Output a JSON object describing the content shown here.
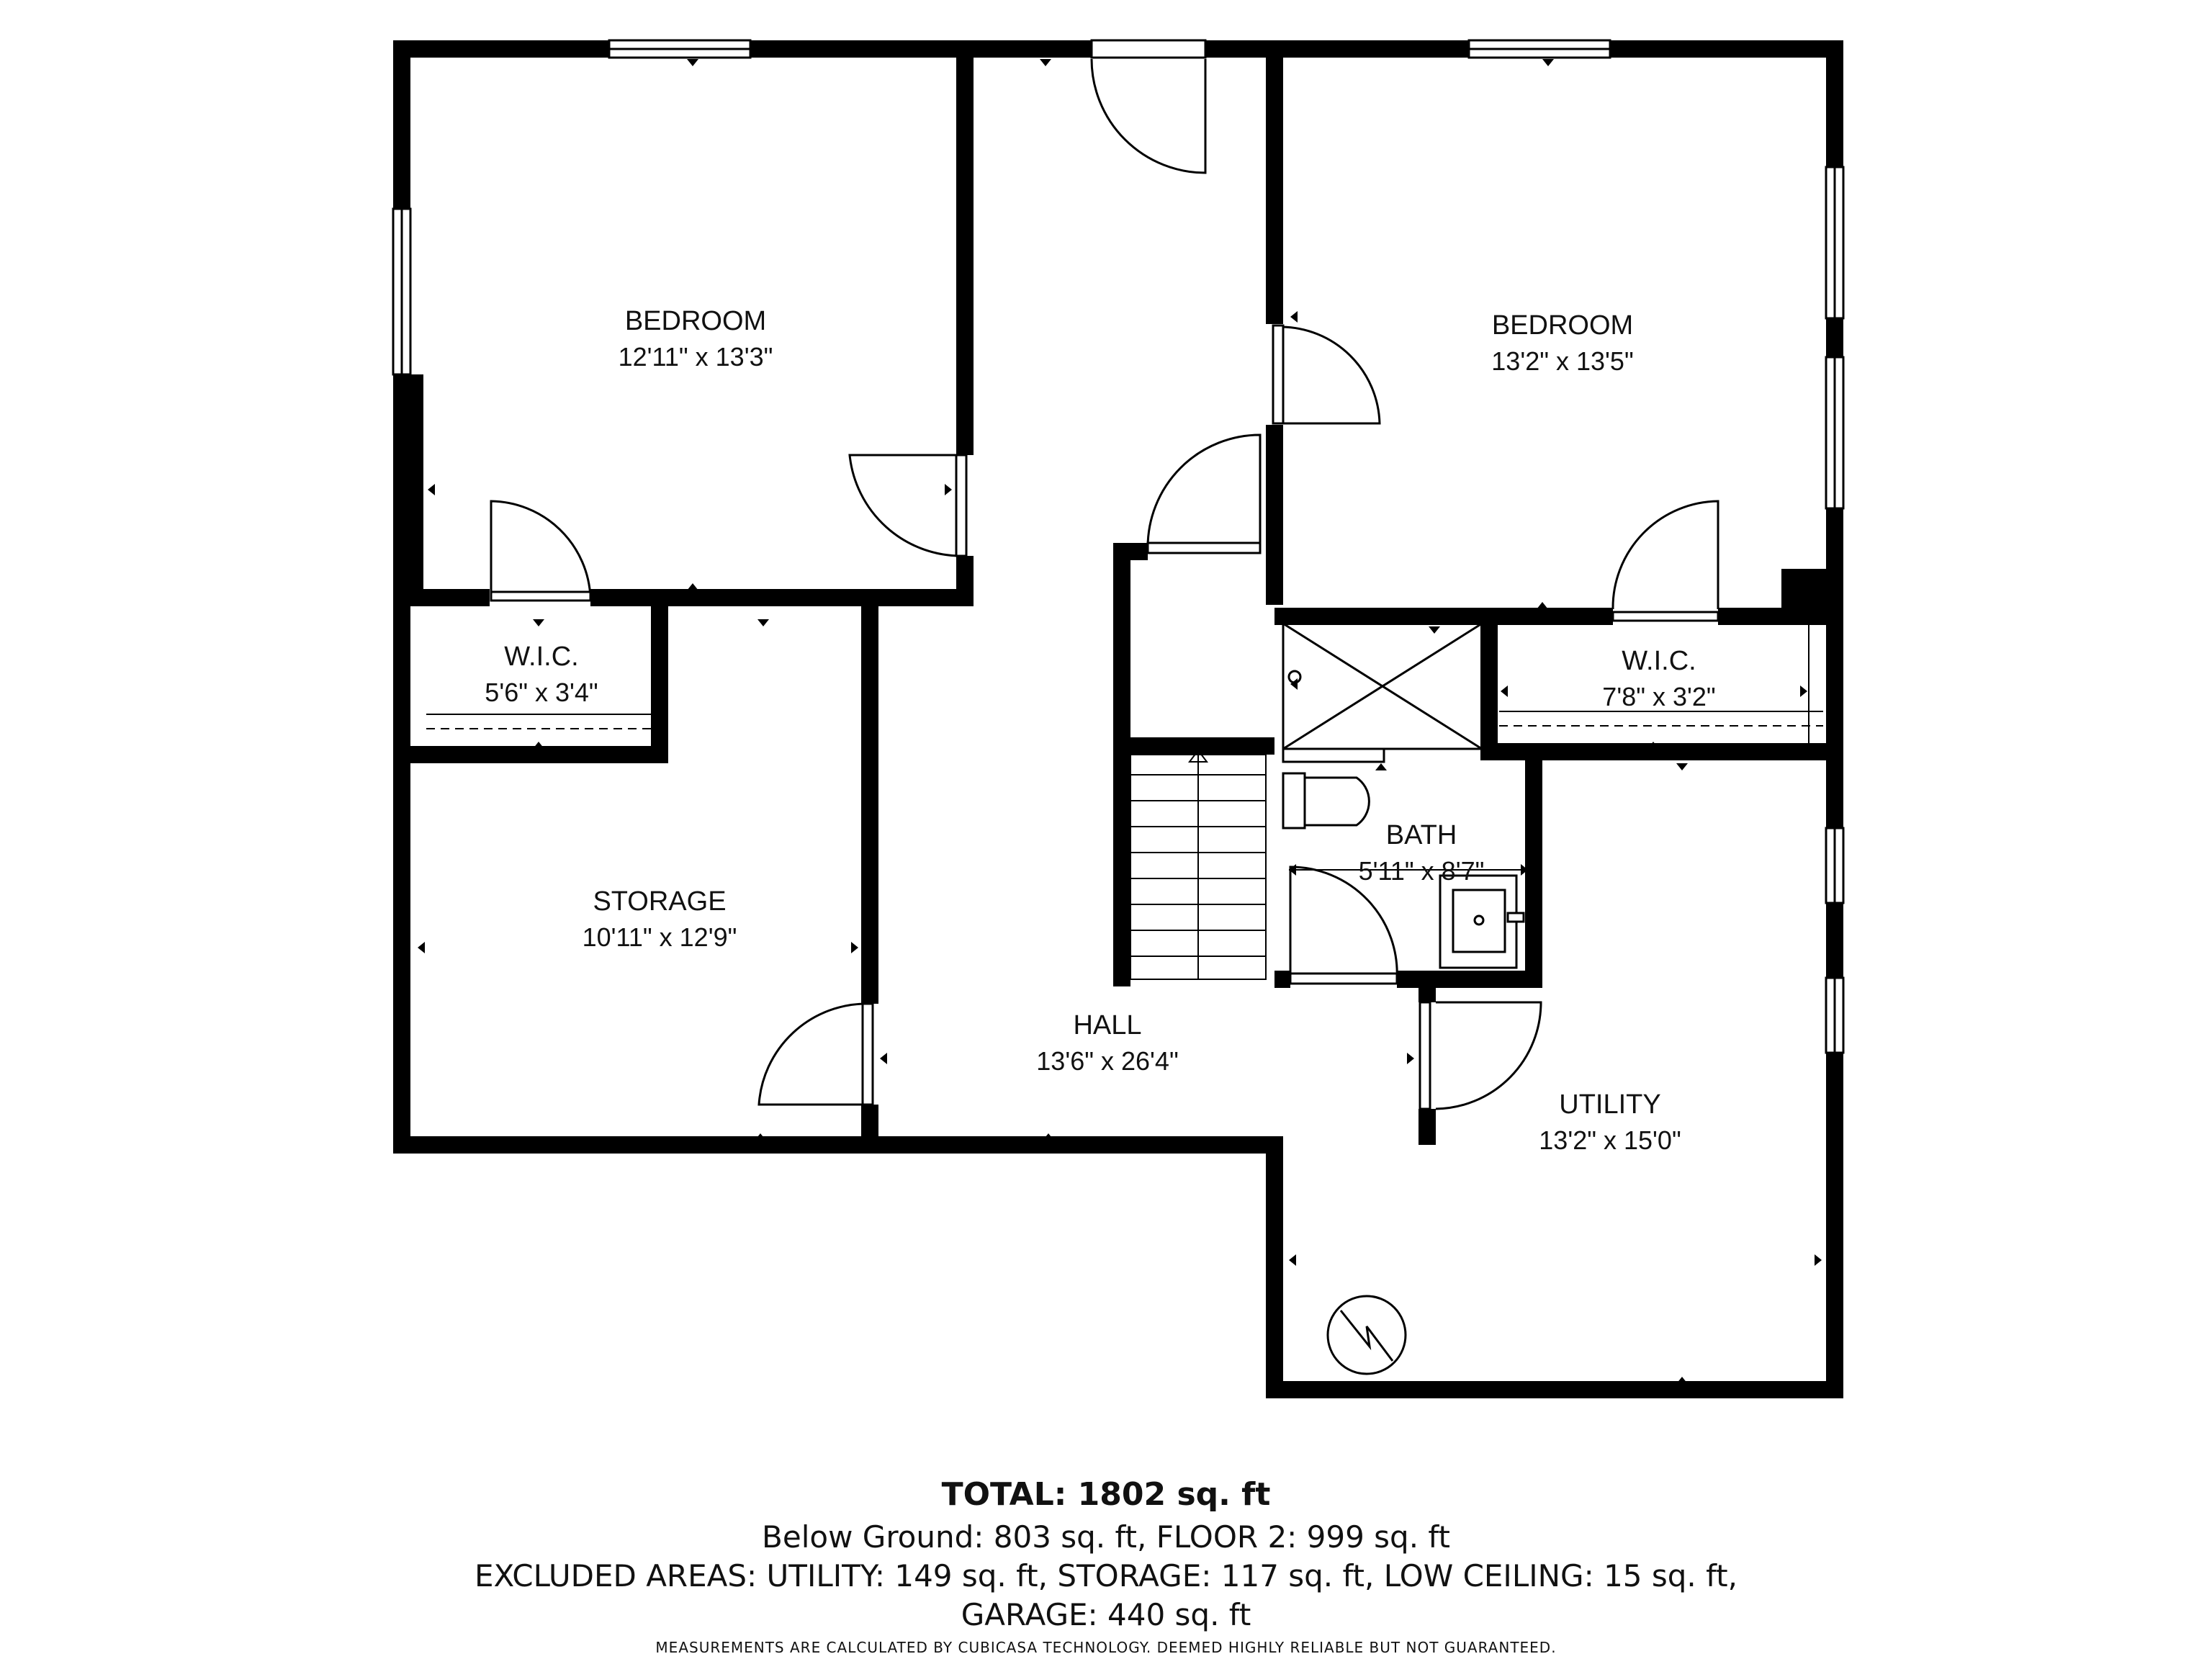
{
  "rooms": {
    "bedroom_1": {
      "name": "BEDROOM",
      "dims": "12'11\" x 13'3\""
    },
    "bedroom_2": {
      "name": "BEDROOM",
      "dims": "13'2\" x 13'5\""
    },
    "wic_1": {
      "name": "W.I.C.",
      "dims": "5'6\" x 3'4\""
    },
    "wic_2": {
      "name": "W.I.C.",
      "dims": "7'8\" x 3'2\""
    },
    "storage": {
      "name": "STORAGE",
      "dims": "10'11\" x 12'9\""
    },
    "bath": {
      "name": "BATH",
      "dims": "5'11\" x 8'7\""
    },
    "hall": {
      "name": "HALL",
      "dims": "13'6\" x 26'4\""
    },
    "utility": {
      "name": "UTILITY",
      "dims": "13'2\" x 15'0\""
    }
  },
  "summary": {
    "total_label": "TOTAL:",
    "total_value": "1802",
    "total_unit": "sq. ft",
    "below_ground": "Below Ground: 803 sq. ft, FLOOR 2: 999 sq. ft",
    "excluded": "EXCLUDED AREAS: UTILITY: 149 sq. ft, STORAGE: 117 sq. ft, LOW CEILING: 15 sq. ft,",
    "garage": "GARAGE: 440 sq. ft",
    "disclaimer": "MEASUREMENTS ARE CALCULATED BY CUBICASA TECHNOLOGY. DEEMED HIGHLY RELIABLE BUT NOT GUARANTEED."
  }
}
